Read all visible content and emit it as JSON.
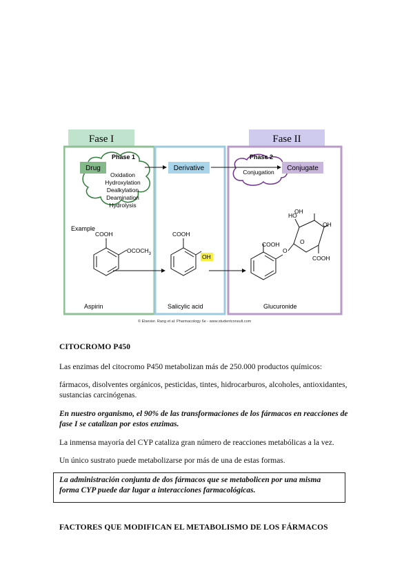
{
  "figure": {
    "fase1_label": "Fase I",
    "fase2_label": "Fase II",
    "phase1_title": "Phase 1",
    "phase2_title": "Phase 2",
    "drug": "Drug",
    "derivative": "Derivative",
    "conjugate": "Conjugate",
    "conjugation": "Conjugation",
    "phase1_reactions": [
      "Oxidation",
      "Hydroxylation",
      "Dealkylation",
      "Deamination",
      "Hydrolysis"
    ],
    "example": "Example",
    "aspirin": "Aspirin",
    "salicylic_acid": "Salicylic acid",
    "glucuronide": "Glucuronide",
    "cooh": "COOH",
    "ococh3": "OCOCH",
    "sub3": "3",
    "oh": "OH",
    "ho": "HO",
    "oh_top": "OH",
    "oh_right": "OH",
    "o_ring": "O",
    "o_link": "O",
    "cooh_sugar": "COOH",
    "credit": "© Elsevier. Rang et al: Pharmacology 6e - www.studentconsult.com",
    "colors": {
      "fase1_fill": "#bfe3cc",
      "fase2_fill": "#cfcbee",
      "green_border": "#8fbf94",
      "blue_border": "#9ccbe0",
      "purple_border": "#b89ac8",
      "drug_fill": "#84b98a",
      "derivative_fill": "#a8d4ec",
      "conjugate_fill": "#c9b6dc",
      "highlight": "#f7ef3c"
    }
  },
  "doc": {
    "heading1": "CITOCROMO P450",
    "p1": "Las enzimas del citocromo P450 metabolizan más de 250.000 productos químicos:",
    "p2": "fármacos, disolventes orgánicos, pesticidas, tintes, hidrocarburos, alcoholes, antioxidantes, sustancias carcinógenas.",
    "p3": "En nuestro organismo, el 90% de las transformaciones de los fármacos en reacciones de fase I se catalizan por estos enzimas.",
    "p4": "La inmensa mayoría del CYP cataliza gran número de reacciones metabólicas a la vez.",
    "p5": "Un único sustrato puede metabolizarse por más de una de estas formas.",
    "p6": "La administración conjunta de dos fármacos que se metabolicen por una misma forma CYP puede dar lugar a interacciones farmacológicas.",
    "heading2": "FACTORES QUE MODIFICAN EL METABOLISMO DE LOS FÁRMACOS"
  }
}
